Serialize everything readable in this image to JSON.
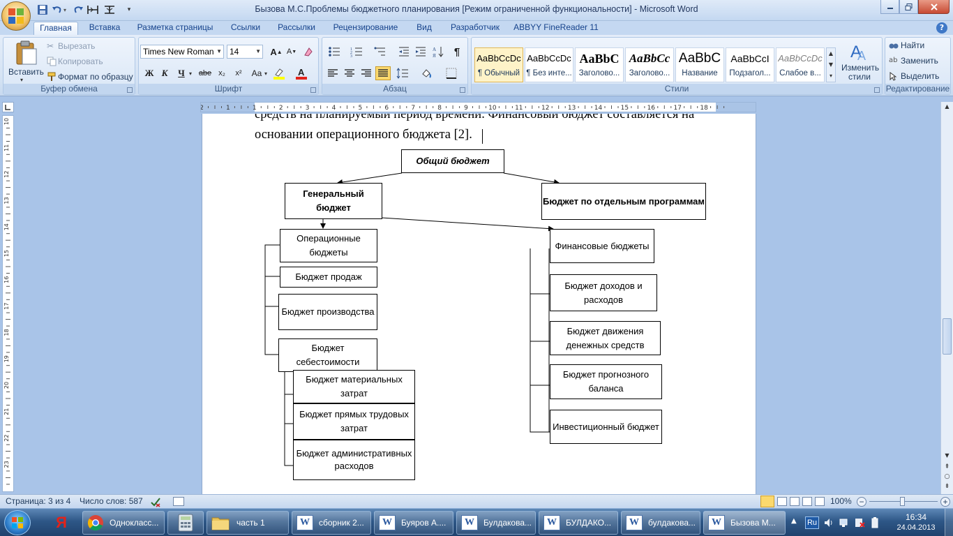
{
  "window": {
    "title": "Бызова М.С.Проблемы бюджетного планирования [Режим ограниченной функциональности] - Microsoft Word"
  },
  "qat": {
    "icons": [
      "save-icon",
      "undo-icon",
      "redo-icon",
      "table-icon",
      "table-icon",
      "customize-icon"
    ]
  },
  "tabs": [
    {
      "label": "Главная",
      "active": true
    },
    {
      "label": "Вставка"
    },
    {
      "label": "Разметка страницы"
    },
    {
      "label": "Ссылки"
    },
    {
      "label": "Рассылки"
    },
    {
      "label": "Рецензирование"
    },
    {
      "label": "Вид"
    },
    {
      "label": "Разработчик"
    },
    {
      "label": "ABBYY FineReader 11"
    }
  ],
  "ribbon": {
    "clipboard": {
      "label": "Буфер обмена",
      "paste": "Вставить",
      "cut": "Вырезать",
      "copy": "Копировать",
      "format_painter": "Формат по образцу"
    },
    "font": {
      "label": "Шрифт",
      "family": "Times New Roman",
      "size": "14",
      "bold": "Ж",
      "italic": "К",
      "underline": "Ч",
      "strike": "abe",
      "sub": "x₂",
      "sup": "x²",
      "case": "Aa"
    },
    "paragraph": {
      "label": "Абзац"
    },
    "styles": {
      "label": "Стили",
      "items": [
        {
          "sample": "AaBbCcDc",
          "name": "¶ Обычный",
          "selected": true
        },
        {
          "sample": "AaBbCcDc",
          "name": "¶ Без инте..."
        },
        {
          "sample": "AaBbC",
          "name": "Заголово..."
        },
        {
          "sample": "AaBbCc",
          "name": "Заголово..."
        },
        {
          "sample": "AaBbC",
          "name": "Название"
        },
        {
          "sample": "AaBbCcI",
          "name": "Подзагол..."
        },
        {
          "sample": "AaBbCcDc",
          "name": "Слабое в..."
        }
      ],
      "change": "Изменить стили"
    },
    "editing": {
      "label": "Редактирование",
      "find": "Найти",
      "replace": "Заменить",
      "select": "Выделить"
    }
  },
  "ruler": {
    "h_numbers": [
      "2",
      "1",
      "1",
      "2",
      "3",
      "4",
      "5",
      "6",
      "7",
      "8",
      "9",
      "10",
      "11",
      "12",
      "13",
      "14",
      "15",
      "16",
      "17",
      "18"
    ],
    "v_numbers": [
      "10",
      "11",
      "12",
      "13",
      "14",
      "15",
      "16",
      "17",
      "18",
      "19",
      "20",
      "21",
      "22",
      "23"
    ]
  },
  "document": {
    "line1": "средств на планируемый период времени. Финансовый бюджет составляется на",
    "line2": "основании операционного бюджета [2].",
    "diagram": {
      "root": "Общий бюджет",
      "general": "Генеральный бюджет",
      "programs": "Бюджет по отдельным программам",
      "operational": "Операционные бюджеты",
      "sales": "Бюджет продаж",
      "production": "Бюджет производства",
      "cost": "Бюджет себестоимости",
      "materials": "Бюджет материальных затрат",
      "labor": "Бюджет прямых трудовых затрат",
      "admin": "Бюджет административных расходов",
      "financial": "Финансовые бюджеты",
      "income": "Бюджет доходов и расходов",
      "cashflow": "Бюджет движения денежных средств",
      "forecast": "Бюджет прогнозного баланса",
      "investment": "Инвестиционный бюджет"
    }
  },
  "status": {
    "page": "Страница: 3 из 4",
    "words": "Число слов: 587",
    "zoom": "100%"
  },
  "taskbar": {
    "items": [
      {
        "label": "Однокласс...",
        "icon": "chrome-icon"
      },
      {
        "label": "",
        "icon": "calculator-icon"
      },
      {
        "label": "часть 1",
        "icon": "folder-icon"
      },
      {
        "label": "сборник 2...",
        "icon": "word-icon"
      },
      {
        "label": "Буяров А....",
        "icon": "word-icon"
      },
      {
        "label": "Булдакова...",
        "icon": "word-icon"
      },
      {
        "label": "БУЛДАКО...",
        "icon": "word-icon"
      },
      {
        "label": "булдакова...",
        "icon": "word-icon"
      },
      {
        "label": "Бызова М...",
        "icon": "word-icon",
        "active": true
      }
    ],
    "yandex": "Я",
    "lang": "Ru",
    "time": "16:34",
    "date": "24.04.2013"
  }
}
